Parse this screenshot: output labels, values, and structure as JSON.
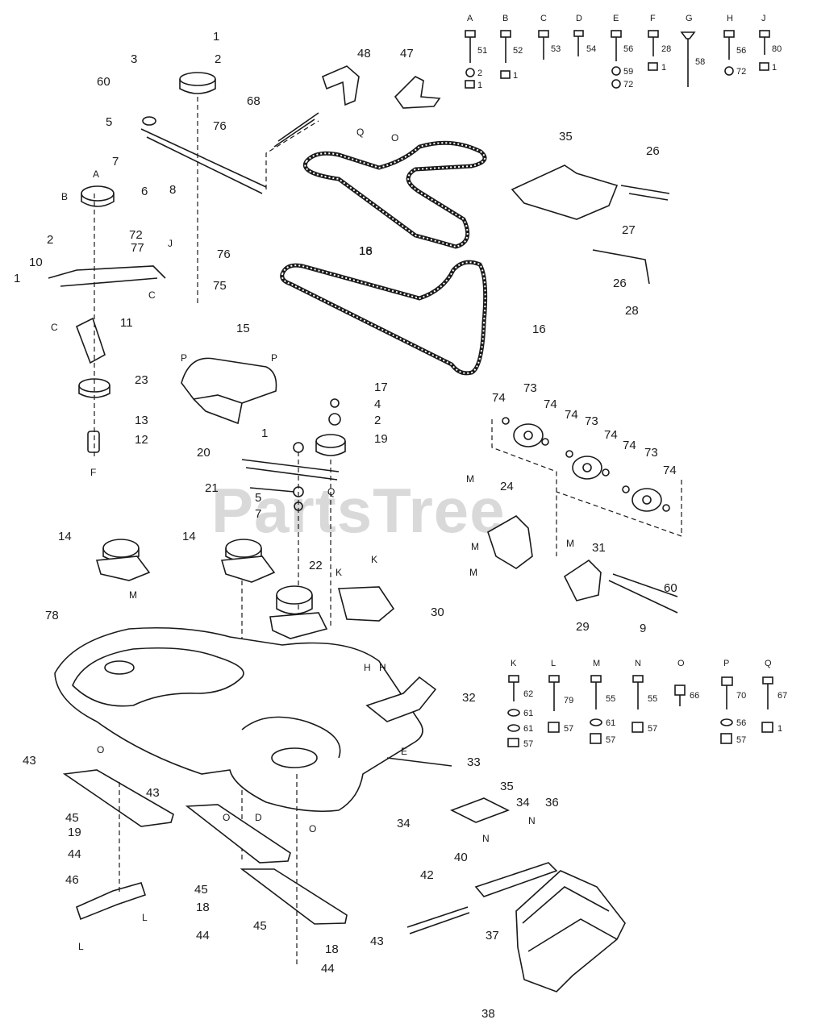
{
  "watermark": "PartsTree",
  "hardware_key_top": [
    {
      "letter": "A",
      "parts": [
        "51",
        "2",
        "1"
      ]
    },
    {
      "letter": "B",
      "parts": [
        "52",
        "1"
      ]
    },
    {
      "letter": "C",
      "parts": [
        "53"
      ]
    },
    {
      "letter": "D",
      "parts": [
        "54"
      ]
    },
    {
      "letter": "E",
      "parts": [
        "56",
        "59",
        "72"
      ]
    },
    {
      "letter": "F",
      "parts": [
        "28",
        "1"
      ]
    },
    {
      "letter": "G",
      "parts": [
        "58"
      ]
    },
    {
      "letter": "H",
      "parts": [
        "56",
        "72"
      ]
    },
    {
      "letter": "J",
      "parts": [
        "80",
        "1"
      ]
    }
  ],
  "hardware_key_bottom": [
    {
      "letter": "K",
      "parts": [
        "62",
        "61",
        "61",
        "57"
      ]
    },
    {
      "letter": "L",
      "parts": [
        "79",
        "57"
      ]
    },
    {
      "letter": "M",
      "parts": [
        "55",
        "61",
        "57"
      ]
    },
    {
      "letter": "N",
      "parts": [
        "55",
        "57"
      ]
    },
    {
      "letter": "O",
      "parts": [
        "66"
      ]
    },
    {
      "letter": "P",
      "parts": [
        "70",
        "56",
        "57"
      ]
    },
    {
      "letter": "Q",
      "parts": [
        "67",
        "1"
      ]
    }
  ],
  "callouts": [
    "1",
    "2",
    "3",
    "60",
    "5",
    "76",
    "7",
    "8",
    "A",
    "6",
    "B",
    "72",
    "77",
    "2",
    "J",
    "10",
    "1",
    "C",
    "C",
    "76",
    "75",
    "11",
    "23",
    "13",
    "12",
    "F",
    "68",
    "48",
    "Q",
    "47",
    "O",
    "18",
    "35",
    "26",
    "27",
    "26",
    "28",
    "16",
    "16",
    "15",
    "P",
    "P",
    "17",
    "4",
    "2",
    "19",
    "1",
    "20",
    "21",
    "5",
    "7",
    "Q",
    "74",
    "73",
    "74",
    "74",
    "73",
    "74",
    "74",
    "73",
    "74",
    "24",
    "M",
    "M",
    "M",
    "31",
    "60",
    "M",
    "29",
    "9",
    "14",
    "14",
    "M",
    "78",
    "22",
    "K",
    "K",
    "30",
    "O",
    "H",
    "H",
    "32",
    "E",
    "33",
    "43",
    "43",
    "45",
    "19",
    "44",
    "46",
    "L",
    "L",
    "O",
    "D",
    "O",
    "45",
    "18",
    "44",
    "45",
    "18",
    "44",
    "43",
    "35",
    "34",
    "34",
    "36",
    "N",
    "N",
    "42",
    "40",
    "37",
    "38"
  ]
}
